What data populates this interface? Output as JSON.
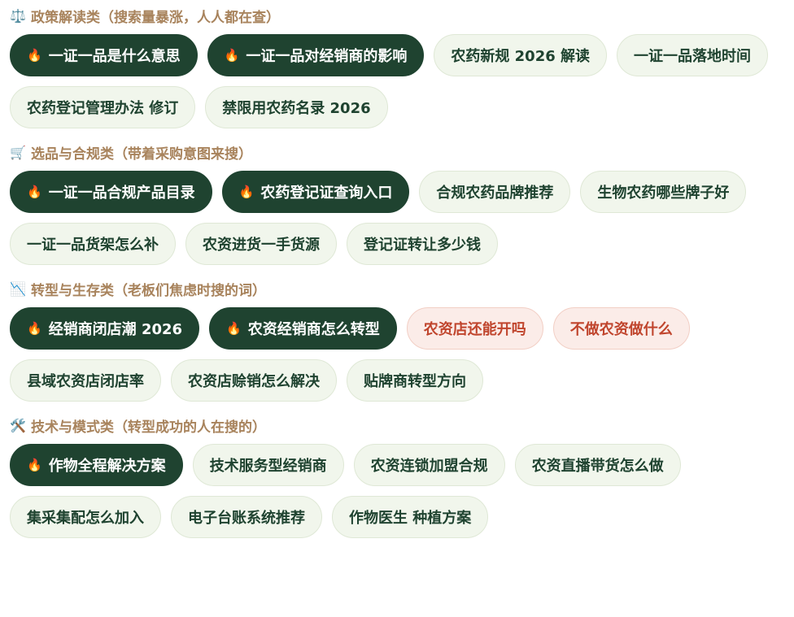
{
  "colors": {
    "hot_bg": "#1f4330",
    "normal_bg": "#f1f6ec",
    "warn_bg": "#fbece8",
    "warn_text": "#c0452d",
    "heading": "#a8835c"
  },
  "sections": [
    {
      "icon": "⚖️",
      "icon_name": "scales-icon",
      "title": "政策解读类（搜索量暴涨，人人都在查）",
      "tags": [
        {
          "label": "一证一品是什么意思",
          "style": "hot"
        },
        {
          "label": "一证一品对经销商的影响",
          "style": "hot"
        },
        {
          "label": "农药新规 2026 解读",
          "style": "normal"
        },
        {
          "label": "一证一品落地时间",
          "style": "normal"
        },
        {
          "label": "农药登记管理办法 修订",
          "style": "normal"
        },
        {
          "label": "禁限用农药名录 2026",
          "style": "normal"
        }
      ]
    },
    {
      "icon": "🛒",
      "icon_name": "cart-icon",
      "title": "选品与合规类（带着采购意图来搜）",
      "tags": [
        {
          "label": "一证一品合规产品目录",
          "style": "hot"
        },
        {
          "label": "农药登记证查询入口",
          "style": "hot"
        },
        {
          "label": "合规农药品牌推荐",
          "style": "normal"
        },
        {
          "label": "生物农药哪些牌子好",
          "style": "normal"
        },
        {
          "label": "一证一品货架怎么补",
          "style": "normal"
        },
        {
          "label": "农资进货一手货源",
          "style": "normal"
        },
        {
          "label": "登记证转让多少钱",
          "style": "normal"
        }
      ]
    },
    {
      "icon": "📉",
      "icon_name": "chart-down-icon",
      "title": "转型与生存类（老板们焦虑时搜的词）",
      "tags": [
        {
          "label": "经销商闭店潮 2026",
          "style": "hot"
        },
        {
          "label": "农资经销商怎么转型",
          "style": "hot"
        },
        {
          "label": "农资店还能开吗",
          "style": "warn"
        },
        {
          "label": "不做农资做什么",
          "style": "warn"
        },
        {
          "label": "县域农资店闭店率",
          "style": "normal"
        },
        {
          "label": "农资店赊销怎么解决",
          "style": "normal"
        },
        {
          "label": "贴牌商转型方向",
          "style": "normal"
        }
      ]
    },
    {
      "icon": "🛠️",
      "icon_name": "tools-icon",
      "title": "技术与模式类（转型成功的人在搜的）",
      "tags": [
        {
          "label": "作物全程解决方案",
          "style": "hot"
        },
        {
          "label": "技术服务型经销商",
          "style": "normal"
        },
        {
          "label": "农资连锁加盟合规",
          "style": "normal"
        },
        {
          "label": "农资直播带货怎么做",
          "style": "normal"
        },
        {
          "label": "集采集配怎么加入",
          "style": "normal"
        },
        {
          "label": "电子台账系统推荐",
          "style": "normal"
        },
        {
          "label": "作物医生 种植方案",
          "style": "normal"
        }
      ]
    }
  ],
  "fire_icon": "🔥"
}
